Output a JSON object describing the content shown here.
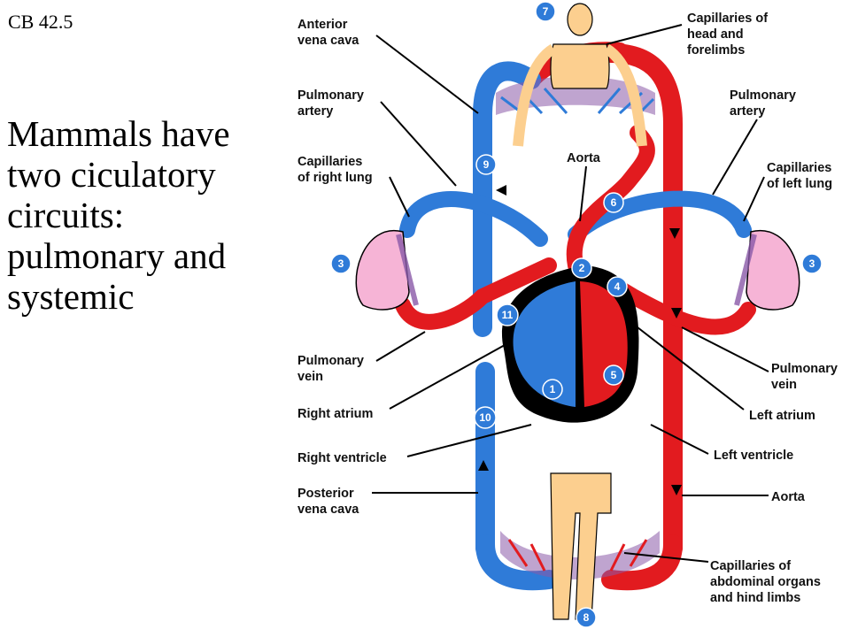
{
  "slide": {
    "code": "CB 42.5",
    "headline": [
      "Mammals have",
      "two ciculatory",
      "circuits:",
      "pulmonary and",
      "systemic"
    ]
  },
  "labels": {
    "anterior_vena_cava": [
      "Anterior",
      "vena cava"
    ],
    "pulmonary_artery_left": [
      "Pulmonary",
      "artery"
    ],
    "capillaries_right_lung": [
      "Capillaries",
      "of right lung"
    ],
    "aorta_top": [
      "Aorta"
    ],
    "capillaries_head": [
      "Capillaries of",
      "head and",
      "forelimbs"
    ],
    "pulmonary_artery_right": [
      "Pulmonary",
      "artery"
    ],
    "capillaries_left_lung": [
      "Capillaries",
      "of left lung"
    ],
    "pulmonary_vein_left": [
      "Pulmonary",
      "vein"
    ],
    "right_atrium": [
      "Right atrium"
    ],
    "right_ventricle": [
      "Right ventricle"
    ],
    "posterior_vena_cava": [
      "Posterior",
      "vena cava"
    ],
    "pulmonary_vein_right": [
      "Pulmonary",
      "vein"
    ],
    "left_atrium": [
      "Left atrium"
    ],
    "left_ventricle": [
      "Left ventricle"
    ],
    "aorta_bottom": [
      "Aorta"
    ],
    "capillaries_abdominal": [
      "Capillaries of",
      "abdominal organs",
      "and hind limbs"
    ]
  },
  "steps": {
    "n1": "1",
    "n2": "2",
    "n3a": "3",
    "n3b": "3",
    "n4": "4",
    "n5": "5",
    "n6": "6",
    "n7": "7",
    "n8": "8",
    "n9": "9",
    "n10": "10",
    "n11": "11"
  },
  "colors": {
    "oxygenated": "#e21b1f",
    "deoxygenated": "#2f7bd8",
    "capillary_mix": "#8a5aa8",
    "body_skin": "#fccf8f",
    "lung": "#f6b4d6",
    "heart_outline": "#000000",
    "step_badge": "#2f7bd8"
  }
}
